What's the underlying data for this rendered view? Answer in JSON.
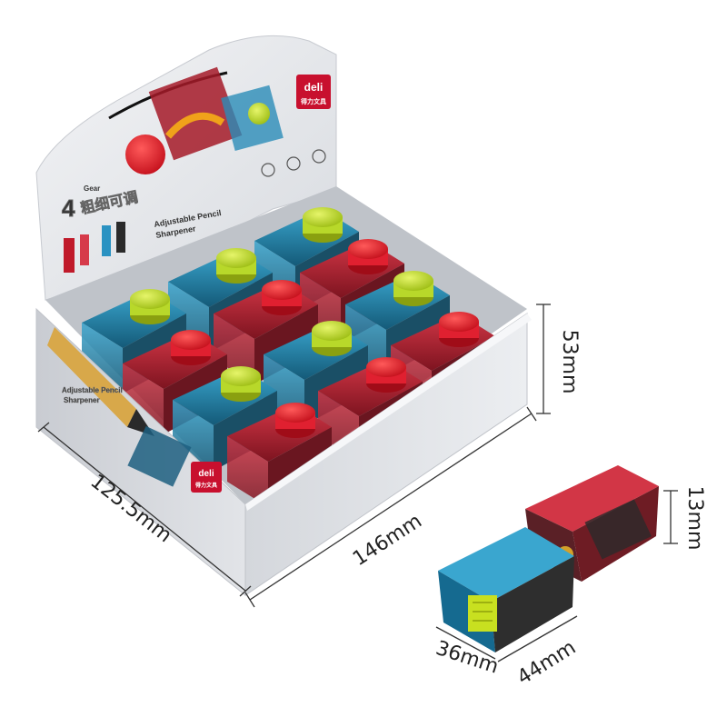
{
  "brand": {
    "name": "deli",
    "subtitle": "得力文具",
    "color": "#c8102e"
  },
  "box": {
    "product_name_line1": "Adjustable Pencil",
    "product_name_line2": "Sharpener",
    "side_text_line1": "Adjustable Pencil",
    "side_text_line2": "Sharpener",
    "gear_number": "4",
    "gear_word": "Gear",
    "gear_cn": "粗细可调",
    "panel_color": "#e9ebee",
    "front_color": "#dcdfe3",
    "feature_icons": [
      "icon-a",
      "icon-b",
      "icon-c"
    ]
  },
  "dimensions": {
    "box_height": "53mm",
    "box_depth": "125.5mm",
    "box_width": "146mm",
    "item_height": "13mm",
    "item_width": "36mm",
    "item_depth": "44mm"
  },
  "colors": {
    "red_shell": "#b3202e",
    "blue_shell": "#1f7fa6",
    "red_knob": "#e02030",
    "green_knob": "#b8d82a"
  }
}
